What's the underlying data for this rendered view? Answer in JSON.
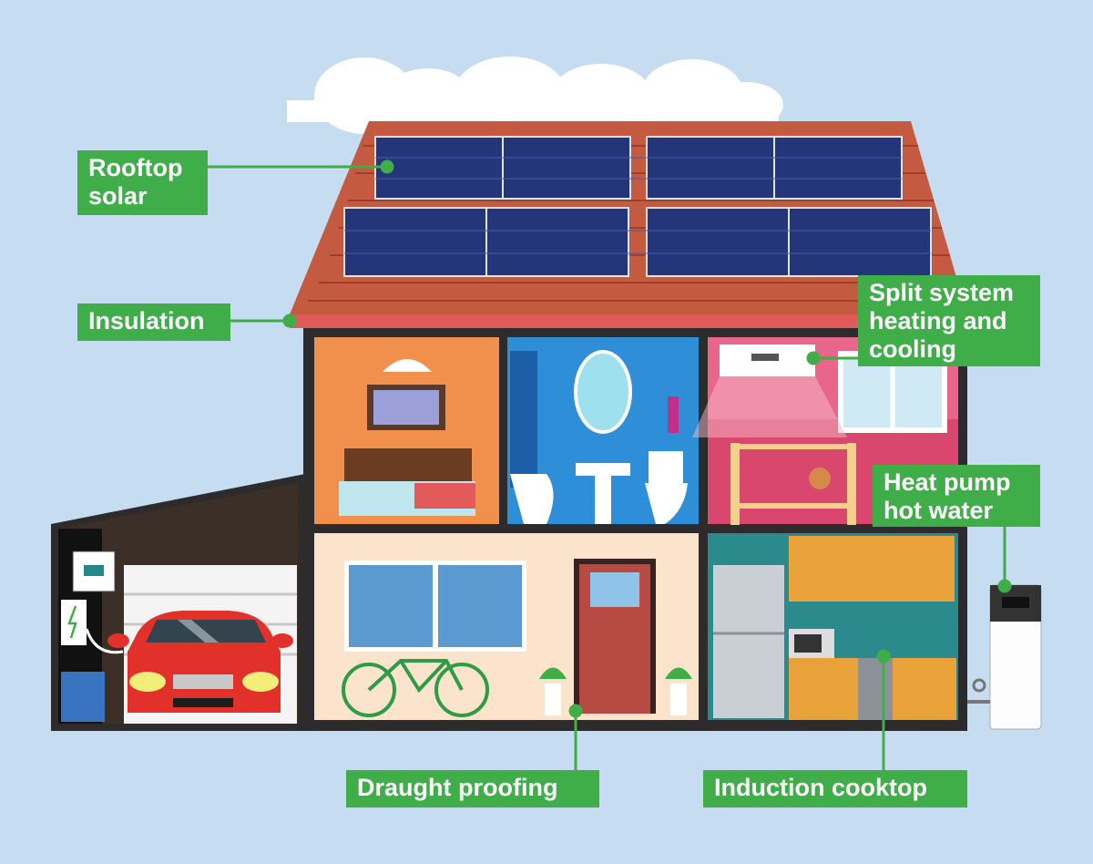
{
  "labels": {
    "rooftop_solar": "Rooftop solar",
    "insulation": "Insulation",
    "split_system": "Split system heating and cooling",
    "heat_pump": "Heat pump hot water",
    "draught_proofing": "Draught proofing",
    "induction_cooktop": "Induction cooktop"
  },
  "colors": {
    "background": "#c6dcf1",
    "label_green": "#3fae49",
    "roof": "#c45a40",
    "solar_panel": "#24357a",
    "bedroom": "#f0904c",
    "bathroom": "#2e8fd8",
    "nursery": "#d9466e",
    "living": "#fbe4cb",
    "kitchen": "#2b8b8c",
    "car": "#e2302b"
  }
}
